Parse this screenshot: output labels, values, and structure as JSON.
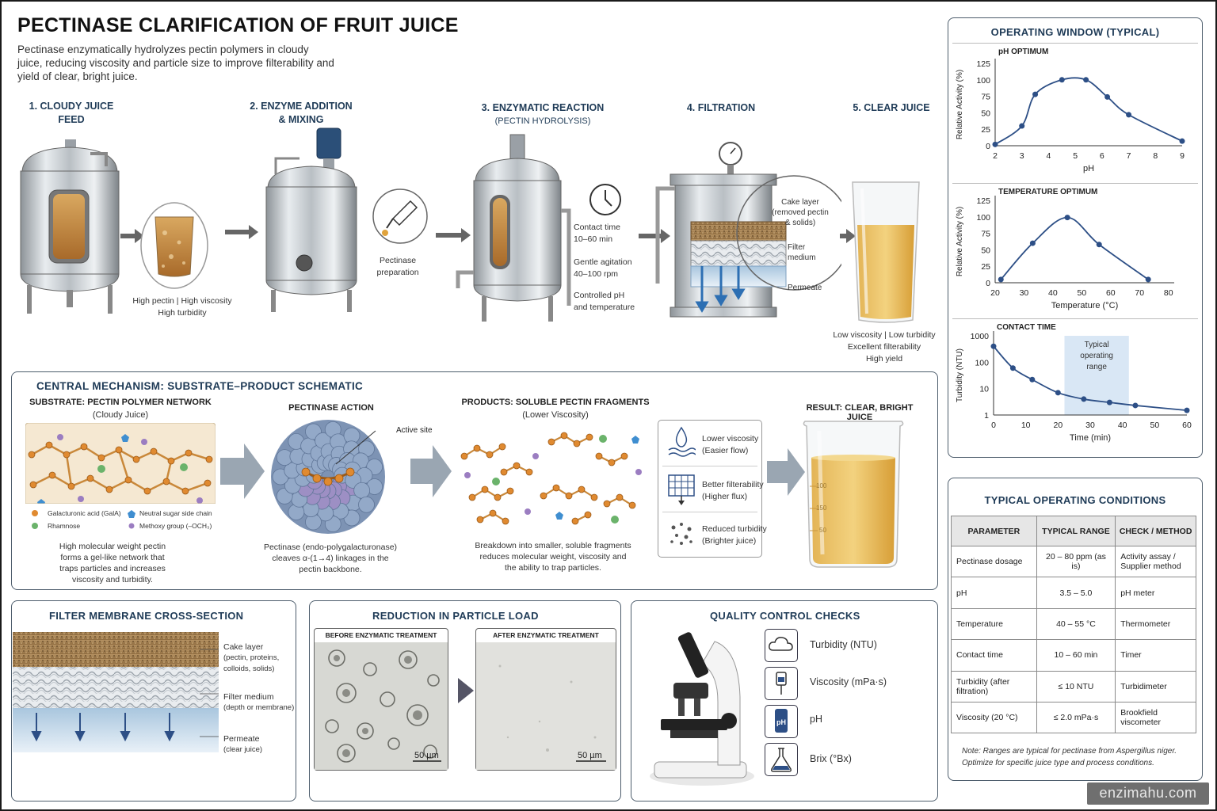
{
  "header": {
    "title": "PECTINASE CLARIFICATION OF FRUIT JUICE",
    "intro": "Pectinase enzymatically hydrolyzes pectin polymers in cloudy juice, reducing viscosity and particle size to improve filterability and yield of clear, bright juice."
  },
  "process": {
    "step1": {
      "title_l1": "1. CLOUDY JUICE",
      "title_l2": "FEED",
      "cap_l1": "High pectin | High viscosity",
      "cap_l2": "High turbidity"
    },
    "step2": {
      "title_l1": "2. ENZYME ADDITION",
      "title_l2": "& MIXING",
      "cap_l1": "Pectinase",
      "cap_l2": "preparation"
    },
    "step3": {
      "title_l1": "3. ENZYMATIC REACTION",
      "title_l2": "(PECTIN HYDROLYSIS)",
      "contact_l1": "Contact time",
      "contact_l2": "10–60 min",
      "agit_l1": "Gentle agitation",
      "agit_l2": "40–100 rpm",
      "ph_l1": "Controlled pH",
      "ph_l2": "and temperature"
    },
    "step4": {
      "title": "4. FILTRATION",
      "cake_l1": "Cake layer",
      "cake_l2": "(removed pectin",
      "cake_l3": "& solids)",
      "filter_l1": "Filter",
      "filter_l2": "medium",
      "permeate": "Permeate"
    },
    "step5": {
      "title": "5. CLEAR JUICE",
      "cap_l1": "Low viscosity | Low turbidity",
      "cap_l2": "Excellent filterability",
      "cap_l3": "High yield"
    }
  },
  "mechanism": {
    "title": "CENTRAL MECHANISM: SUBSTRATE–PRODUCT SCHEMATIC",
    "substrate_title": "SUBSTRATE: PECTIN POLYMER NETWORK",
    "substrate_sub": "(Cloudy Juice)",
    "legend": {
      "gala": "Galacturonic acid (GalA)",
      "neutral": "Neutral sugar side chain",
      "rham": "Rhamnose",
      "methoxy": "Methoxy group (–OCH₃)"
    },
    "substrate_desc_l1": "High molecular weight pectin",
    "substrate_desc_l2": "forms a gel-like network that",
    "substrate_desc_l3": "traps particles and increases",
    "substrate_desc_l4": "viscosity and turbidity.",
    "action_title": "PECTINASE ACTION",
    "active_site": "Active site",
    "action_desc_l1": "Pectinase (endo-polygalacturonase)",
    "action_desc_l2": "cleaves α-(1→4) linkages in the",
    "action_desc_l3": "pectin backbone.",
    "products_title": "PRODUCTS: SOLUBLE PECTIN FRAGMENTS",
    "products_sub": "(Lower Viscosity)",
    "products_desc_l1": "Breakdown into smaller, soluble fragments",
    "products_desc_l2": "reduces molecular weight, viscosity and",
    "products_desc_l3": "the ability to trap particles.",
    "benefits": [
      {
        "l1": "Lower viscosity",
        "l2": "(Easier flow)",
        "icon": "drop-flow-icon"
      },
      {
        "l1": "Better filterability",
        "l2": "(Higher flux)",
        "icon": "filter-grid-icon"
      },
      {
        "l1": "Reduced turbidity",
        "l2": "(Brighter juice)",
        "icon": "particles-icon"
      }
    ],
    "result_title": "RESULT: CLEAR, BRIGHT JUICE",
    "beaker_marks": [
      "100",
      "150",
      "50"
    ]
  },
  "membrane": {
    "title": "FILTER MEMBRANE CROSS-SECTION",
    "cake_l1": "Cake layer",
    "cake_l2": "(pectin, proteins,",
    "cake_l3": "colloids, solids)",
    "filter_l1": "Filter medium",
    "filter_l2": "(depth or membrane)",
    "perm_l1": "Permeate",
    "perm_l2": "(clear juice)"
  },
  "particles": {
    "title": "REDUCTION IN PARTICLE LOAD",
    "before": "BEFORE ENZYMATIC TREATMENT",
    "after": "AFTER ENZYMATIC TREATMENT",
    "scale": "50 µm"
  },
  "qc": {
    "title": "QUALITY CONTROL CHECKS",
    "items": [
      {
        "label": "Turbidity (NTU)",
        "icon": "cloud-icon"
      },
      {
        "label": "Viscosity (mPa·s)",
        "icon": "viscometer-icon"
      },
      {
        "label": "pH",
        "icon": "ph-meter-icon",
        "icon_text": "pH"
      },
      {
        "label": "Brix (°Bx)",
        "icon": "flask-icon"
      }
    ]
  },
  "operating_window": {
    "title": "OPERATING WINDOW (TYPICAL)"
  },
  "chart_data": [
    {
      "type": "line",
      "title": "pH OPTIMUM",
      "xlabel": "pH",
      "ylabel": "Relative Activity (%)",
      "x": [
        2,
        3,
        3.5,
        4.5,
        5.4,
        6.2,
        7,
        9
      ],
      "y": [
        2,
        30,
        78,
        100,
        100,
        74,
        47,
        7
      ],
      "xticks": [
        2,
        3,
        4,
        5,
        6,
        7,
        8,
        9
      ],
      "yticks": [
        0,
        25,
        50,
        75,
        100,
        125
      ],
      "xlim": [
        2,
        9
      ],
      "ylim": [
        0,
        125
      ]
    },
    {
      "type": "line",
      "title": "TEMPERATURE OPTIMUM",
      "xlabel": "Temperature (°C)",
      "ylabel": "Relative Activity (%)",
      "x": [
        22,
        33,
        45,
        56,
        73
      ],
      "y": [
        5,
        60,
        99,
        58,
        5
      ],
      "xticks": [
        20,
        30,
        40,
        50,
        60,
        70,
        80
      ],
      "yticks": [
        0,
        25,
        50,
        75,
        100,
        125
      ],
      "xlim": [
        20,
        82
      ],
      "ylim": [
        0,
        125
      ]
    },
    {
      "type": "line",
      "title": "CONTACT TIME",
      "xlabel": "Time (min)",
      "ylabel": "Turbidity (NTU)",
      "x": [
        0,
        6,
        12,
        20,
        28,
        36,
        44,
        60
      ],
      "y": [
        400,
        60,
        22,
        7,
        4,
        3,
        2.3,
        1.5
      ],
      "xticks": [
        0,
        10,
        20,
        30,
        40,
        50,
        60
      ],
      "yticks": [
        1,
        10,
        100,
        1000
      ],
      "yscale": "log",
      "xlim": [
        0,
        60
      ],
      "ylim": [
        1,
        1000
      ],
      "shaded_range": [
        22,
        42
      ],
      "shaded_label": "Typical operating range"
    }
  ],
  "conditions": {
    "title": "TYPICAL OPERATING CONDITIONS",
    "headers": [
      "PARAMETER",
      "TYPICAL RANGE",
      "CHECK / METHOD"
    ],
    "rows": [
      [
        "Pectinase dosage",
        "20 – 80 ppm (as is)",
        "Activity assay / Supplier method"
      ],
      [
        "pH",
        "3.5 – 5.0",
        "pH meter"
      ],
      [
        "Temperature",
        "40 – 55 °C",
        "Thermometer"
      ],
      [
        "Contact time",
        "10 – 60 min",
        "Timer"
      ],
      [
        "Turbidity (after filtration)",
        "≤ 10 NTU",
        "Turbidimeter"
      ],
      [
        "Viscosity (20 °C)",
        "≤ 2.0 mPa·s",
        "Brookfield viscometer"
      ]
    ],
    "note_l1": "Note: Ranges are typical for pectinase from Aspergillus niger.",
    "note_l2": "Optimize for specific juice type and process conditions."
  },
  "watermark": "enzimahu.com",
  "colors": {
    "navy": "#1f3b57",
    "chart_line": "#2d4f86",
    "juice": "#d9a13a",
    "gray_arrow": "#9aa6b2"
  }
}
